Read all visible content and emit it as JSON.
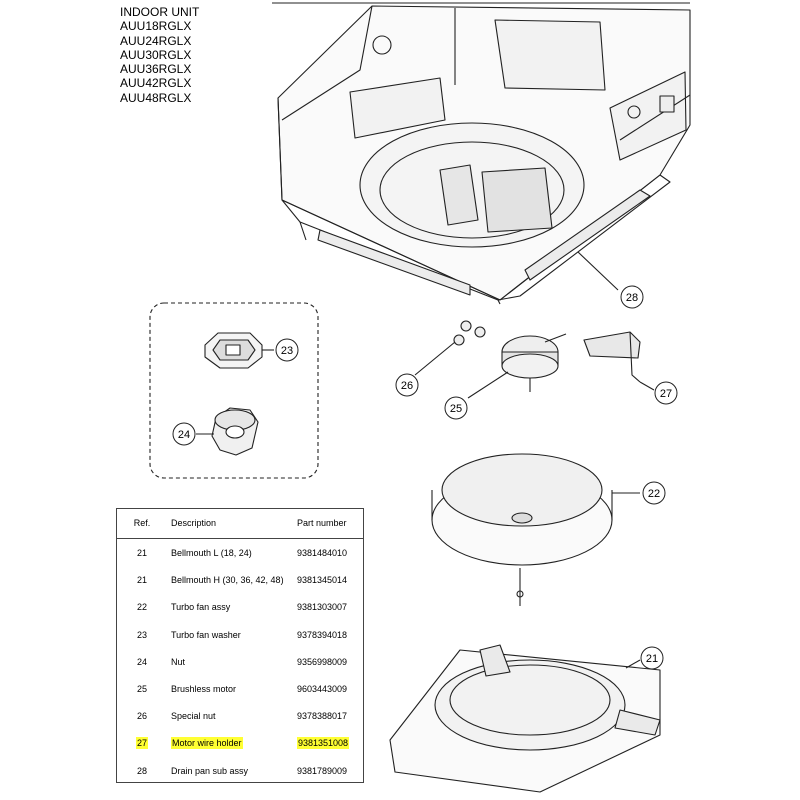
{
  "header": {
    "lines": [
      "INDOOR UNIT",
      "AUU18RGLX",
      "AUU24RGLX",
      "AUU30RGLX",
      "AUU36RGLX",
      "AUU42RGLX",
      "AUU48RGLX"
    ]
  },
  "callouts": {
    "c21": "21",
    "c22": "22",
    "c23": "23",
    "c24": "24",
    "c25": "25",
    "c26": "26",
    "c27": "27",
    "c28": "28"
  },
  "table": {
    "headers": {
      "ref": "Ref.",
      "desc": "Description",
      "part": "Part number"
    },
    "rows": [
      {
        "ref": "21",
        "desc": "Bellmouth L (18, 24)",
        "part": "9381484010",
        "highlight": false
      },
      {
        "ref": "21",
        "desc": "Bellmouth H (30, 36, 42, 48)",
        "part": "9381345014",
        "highlight": false
      },
      {
        "ref": "22",
        "desc": "Turbo fan assy",
        "part": "9381303007",
        "highlight": false
      },
      {
        "ref": "23",
        "desc": "Turbo fan washer",
        "part": "9378394018",
        "highlight": false
      },
      {
        "ref": "24",
        "desc": "Nut",
        "part": "9356998009",
        "highlight": false
      },
      {
        "ref": "25",
        "desc": "Brushless motor",
        "part": "9603443009",
        "highlight": false
      },
      {
        "ref": "26",
        "desc": "Special nut",
        "part": "9378388017",
        "highlight": false
      },
      {
        "ref": "27",
        "desc": "Motor wire holder",
        "part": "9381351008",
        "highlight": true
      },
      {
        "ref": "28",
        "desc": "Drain pan sub assy",
        "part": "9381789009",
        "highlight": false
      }
    ]
  },
  "colors": {
    "highlight": "#ffff33",
    "line": "#222222"
  }
}
